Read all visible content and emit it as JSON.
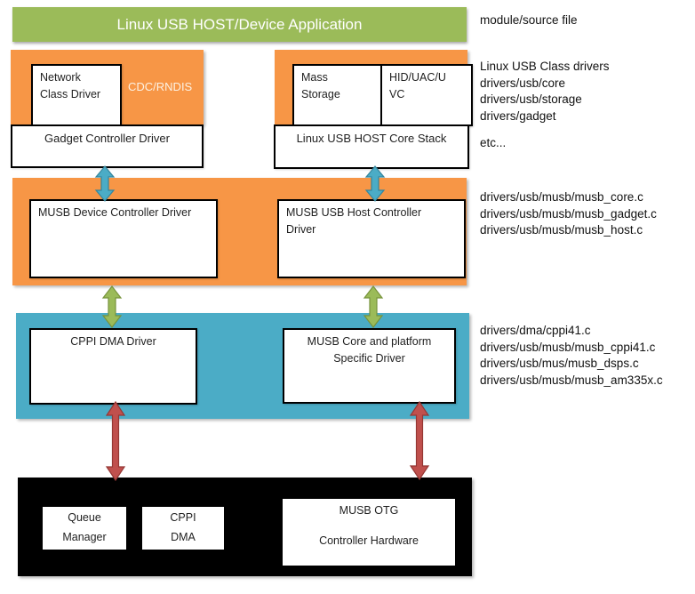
{
  "colors": {
    "application_green": "#9bbb59",
    "driver_orange": "#f79646",
    "platform_teal": "#4bacc6",
    "hardware_black": "#000000",
    "arrow_teal": "#4bacc6",
    "arrow_green": "#9bbb59",
    "arrow_red": "#c0504d"
  },
  "banner": {
    "title": "Linux USB HOST/Device Application"
  },
  "gadget_stack": {
    "network_class_driver": "Network\nClass Driver",
    "cdc_rndis": "CDC/RNDIS",
    "gadget_controller_driver": "Gadget Controller Driver"
  },
  "host_stack": {
    "mass_storage": "Mass\nStorage",
    "hid_uac_uvc": "HID/UAC/U\nVC",
    "host_core_stack": "Linux USB HOST Core Stack"
  },
  "musb_layer": {
    "device_controller": "MUSB Device Controller Driver",
    "host_controller": "MUSB USB Host Controller\nDriver"
  },
  "platform_layer": {
    "cppi_dma_driver": "CPPI DMA Driver",
    "core_platform_driver": "MUSB Core and platform\nSpecific Driver"
  },
  "hardware_layer": {
    "queue_manager": "Queue\nManager",
    "cppi_dma": "CPPI\nDMA",
    "musb_otg": "MUSB OTG\n\nController Hardware"
  },
  "side_notes": {
    "module_source": "module/source file",
    "class_driver_lines": [
      "Linux USB Class drivers",
      "drivers/usb/core",
      "drivers/usb/storage",
      "drivers/gadget"
    ],
    "etc": "etc...",
    "musb_lines": [
      "drivers/usb/musb/musb_core.c",
      "drivers/usb/musb/musb_gadget.c",
      "drivers/usb/musb/musb_host.c"
    ],
    "platform_lines": [
      "drivers/dma/cppi41.c",
      "drivers/usb/musb/musb_cppi41.c",
      "drivers/usb/mus/musb_dsps.c",
      "drivers/usb/musb/musb_am335x.c"
    ]
  }
}
